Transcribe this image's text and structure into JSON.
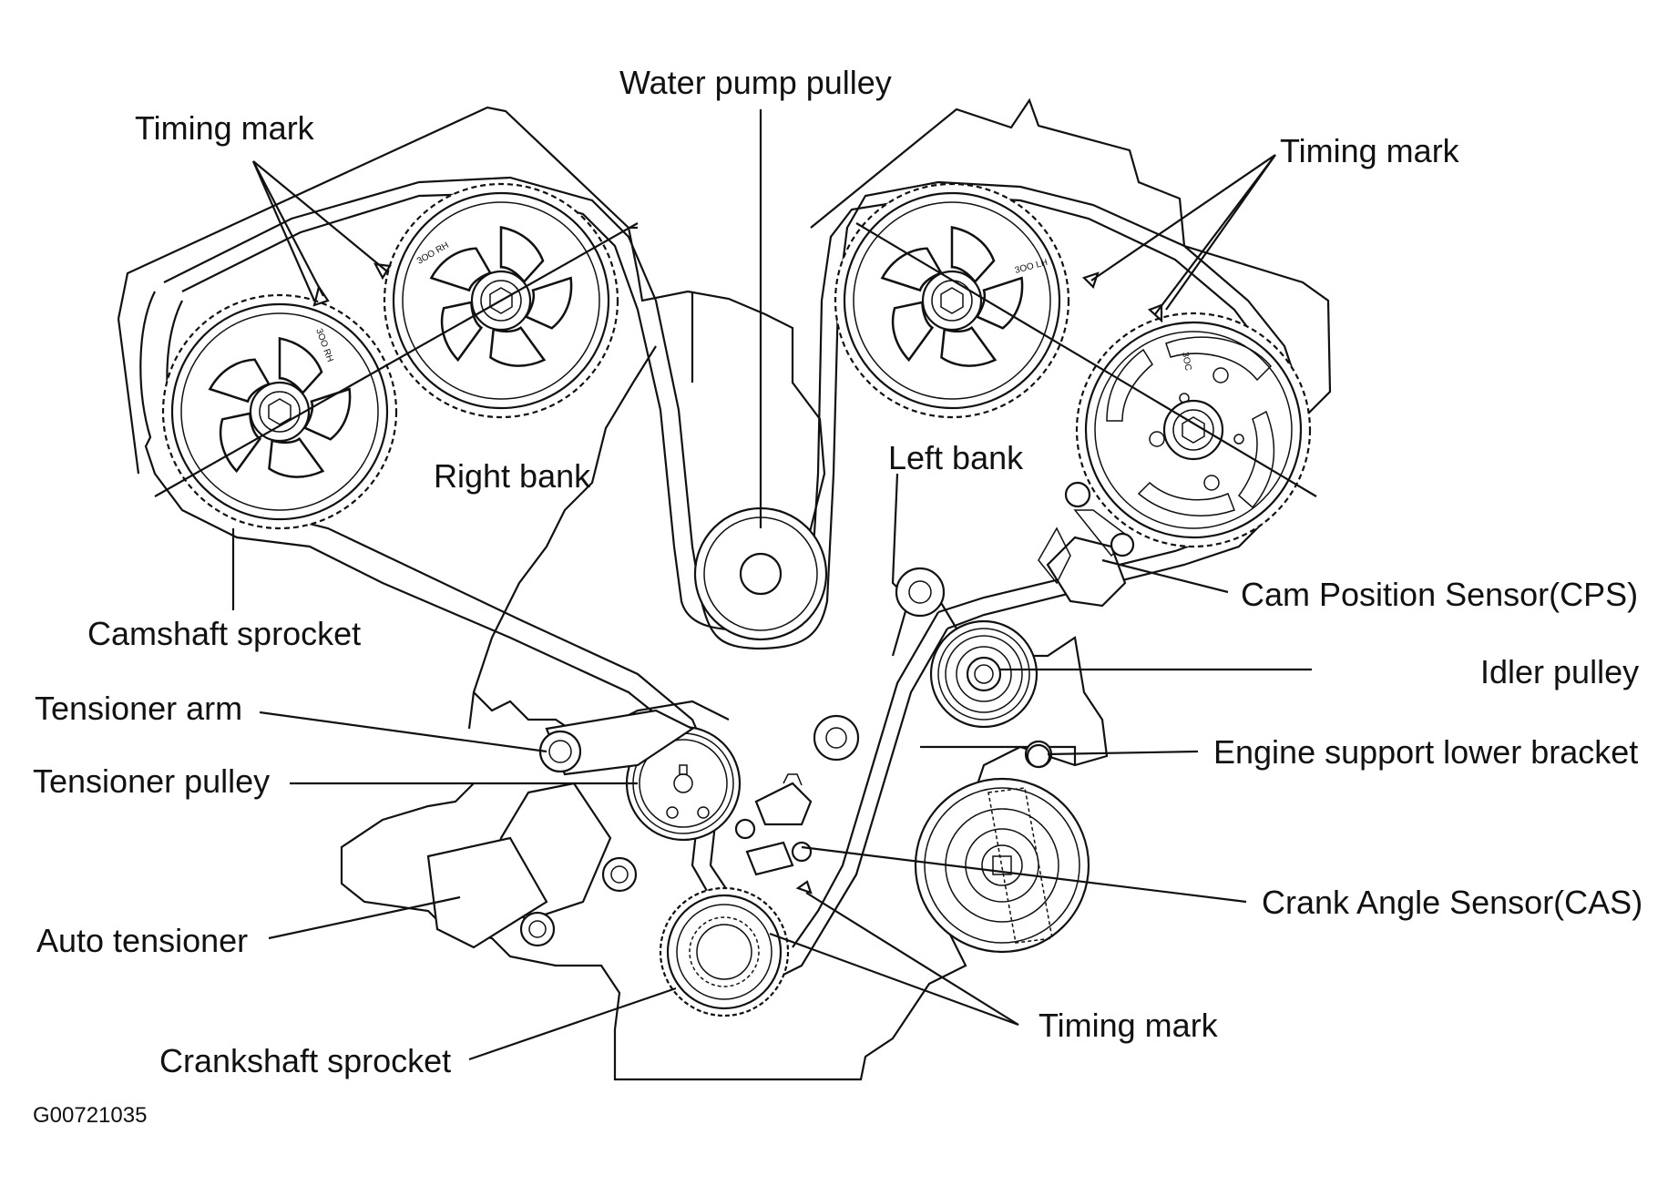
{
  "labels": {
    "water_pump_pulley": "Water pump pulley",
    "timing_mark_left": "Timing mark",
    "timing_mark_right": "Timing mark",
    "timing_mark_bottom": "Timing mark",
    "right_bank": "Right bank",
    "left_bank": "Left bank",
    "camshaft_sprocket": "Camshaft sprocket",
    "cam_position_sensor": "Cam Position Sensor(CPS)",
    "idler_pulley": "Idler pulley",
    "tensioner_arm": "Tensioner arm",
    "tensioner_pulley": "Tensioner pulley",
    "engine_support_lower_bracket": "Engine support lower bracket",
    "auto_tensioner": "Auto tensioner",
    "crank_angle_sensor": "Crank Angle Sensor(CAS)",
    "crankshaft_sprocket": "Crankshaft sprocket"
  },
  "sprocket_markings": {
    "rh_rear": "3OO RH",
    "rh_front": "3OO RH",
    "lh_front": "3OO LH",
    "lh_rear": "3OC"
  },
  "figure_code": "G00721035"
}
